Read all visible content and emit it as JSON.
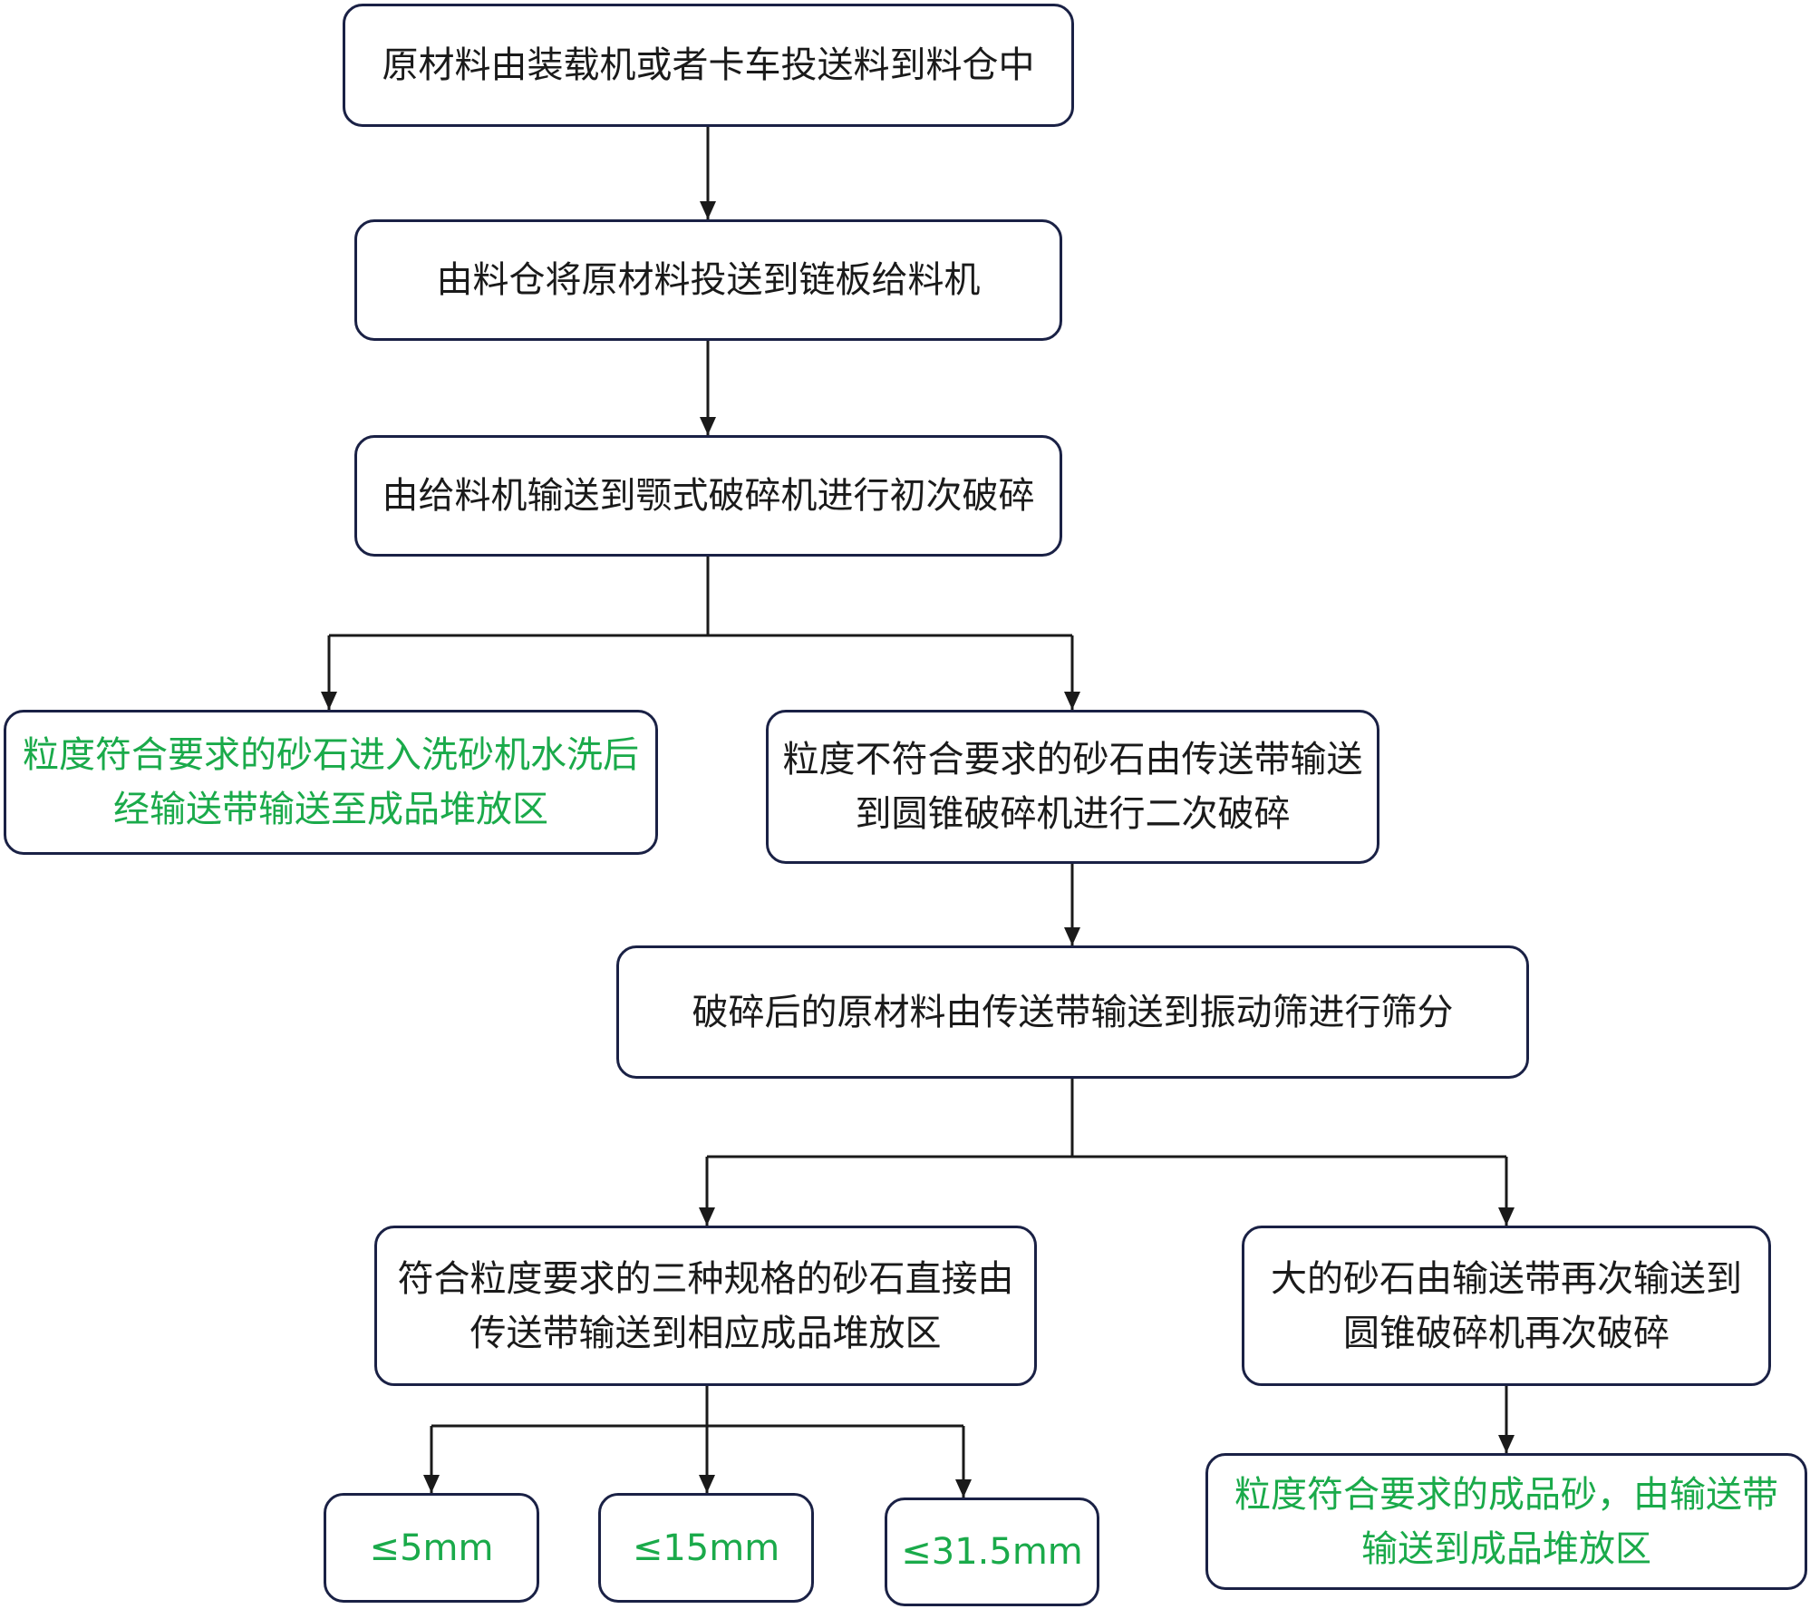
{
  "diagram": {
    "type": "flowchart",
    "colors": {
      "border": "#1a2145",
      "text": "#1a1a1a",
      "highlight_text": "#1aaa4a",
      "arrow": "#1a1a1a"
    },
    "nodes": [
      {
        "id": "n1",
        "lines": [
          "原材料由装载机或者卡车投送料到料仓中"
        ]
      },
      {
        "id": "n2",
        "lines": [
          "由料仓将原材料投送到链板给料机"
        ]
      },
      {
        "id": "n3",
        "lines": [
          "由给料机输送到颚式破碎机进行初次破碎"
        ]
      },
      {
        "id": "n4",
        "lines": [
          "粒度符合要求的砂石进入洗砂机水洗后",
          "经输送带输送至成品堆放区"
        ]
      },
      {
        "id": "n5",
        "lines": [
          "粒度不符合要求的砂石由传送带输送",
          "到圆锥破碎机进行二次破碎"
        ]
      },
      {
        "id": "n6",
        "lines": [
          "破碎后的原材料由传送带输送到振动筛进行筛分"
        ]
      },
      {
        "id": "n7",
        "lines": [
          "符合粒度要求的三种规格的砂石直接由",
          "传送带输送到相应成品堆放区"
        ]
      },
      {
        "id": "n8",
        "lines": [
          "大的砂石由输送带再次输送到",
          "圆锥破碎机再次破碎"
        ]
      },
      {
        "id": "n9",
        "lines": [
          "粒度符合要求的成品砂，由输送带",
          "输送到成品堆放区"
        ]
      },
      {
        "id": "s1",
        "lines": [
          "≤5mm"
        ]
      },
      {
        "id": "s2",
        "lines": [
          "≤15mm"
        ]
      },
      {
        "id": "s3",
        "lines": [
          "≤31.5mm"
        ]
      }
    ],
    "edges": [
      [
        "n1",
        "n2"
      ],
      [
        "n2",
        "n3"
      ],
      [
        "n3",
        "n4"
      ],
      [
        "n3",
        "n5"
      ],
      [
        "n5",
        "n6"
      ],
      [
        "n6",
        "n7"
      ],
      [
        "n6",
        "n8"
      ],
      [
        "n7",
        "s1"
      ],
      [
        "n7",
        "s2"
      ],
      [
        "n7",
        "s3"
      ],
      [
        "n8",
        "n9"
      ]
    ]
  }
}
